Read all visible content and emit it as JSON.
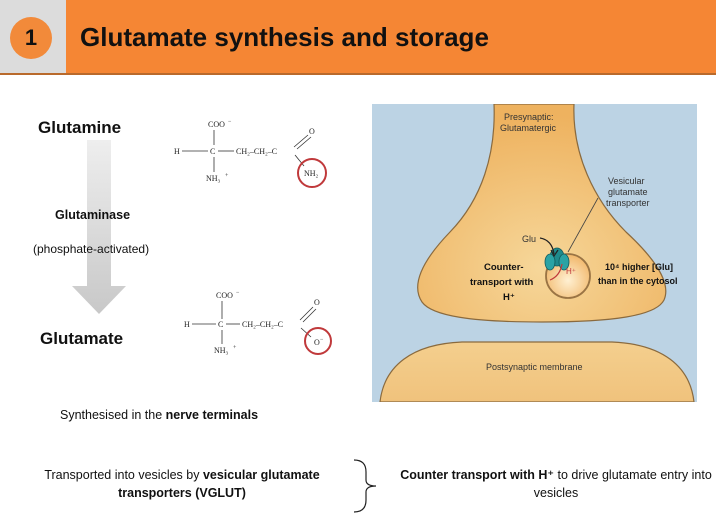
{
  "header": {
    "number": "1",
    "title": "Glutamate synthesis and storage"
  },
  "pathway": {
    "substrate": "Glutamine",
    "enzyme": "Glutaminase",
    "enzyme_note": "(phosphate-activated)",
    "product": "Glutamate"
  },
  "glutamine_structure": {
    "carboxyl": "COO",
    "carboxyl_charge": "−",
    "h": "H",
    "c": "C",
    "chain": "CH₂–CH₂–C",
    "amine": "NH₃",
    "amine_charge": "+",
    "o": "O",
    "amide": "NH₂"
  },
  "glutamate_structure": {
    "carboxyl": "COO",
    "carboxyl_charge": "−",
    "h": "H",
    "c": "C",
    "chain": "CH₂–CH₂–C",
    "amine": "NH₃",
    "amine_charge": "+",
    "o": "O",
    "oxide": "O",
    "oxide_charge": "−"
  },
  "figure": {
    "presynaptic_line1": "Presynaptic:",
    "presynaptic_line2": "Glutamatergic",
    "vglut_line1": "Vesicular",
    "vglut_line2": "glutamate",
    "vglut_line3": "transporter",
    "glu": "Glu",
    "hplus": "H⁺",
    "counter_line1": "Counter-",
    "counter_line2": "transport with",
    "counter_line3": "H⁺",
    "higher_line1": "10⁴ higher [Glu]",
    "higher_line2": "than in the cytosol",
    "postsynaptic": "Postsynaptic membrane"
  },
  "notes": {
    "synthesised_prefix": "Synthesised in the ",
    "synthesised_bold": "nerve terminals",
    "transport_prefix": "Transported into vesicles by ",
    "transport_bold": "vesicular glutamate transporters (VGLUT)",
    "counter_bold": "Counter transport with H⁺",
    "counter_rest": " to drive glutamate entry into vesicles"
  },
  "colors": {
    "header_orange": "#f58634",
    "circle_orange": "#f28a3a",
    "highlight_circle": "#c0393b",
    "terminal_fill": "#f2c680",
    "panel_blue": "#bcd3e4",
    "transporter_teal": "#1f8a8c"
  }
}
